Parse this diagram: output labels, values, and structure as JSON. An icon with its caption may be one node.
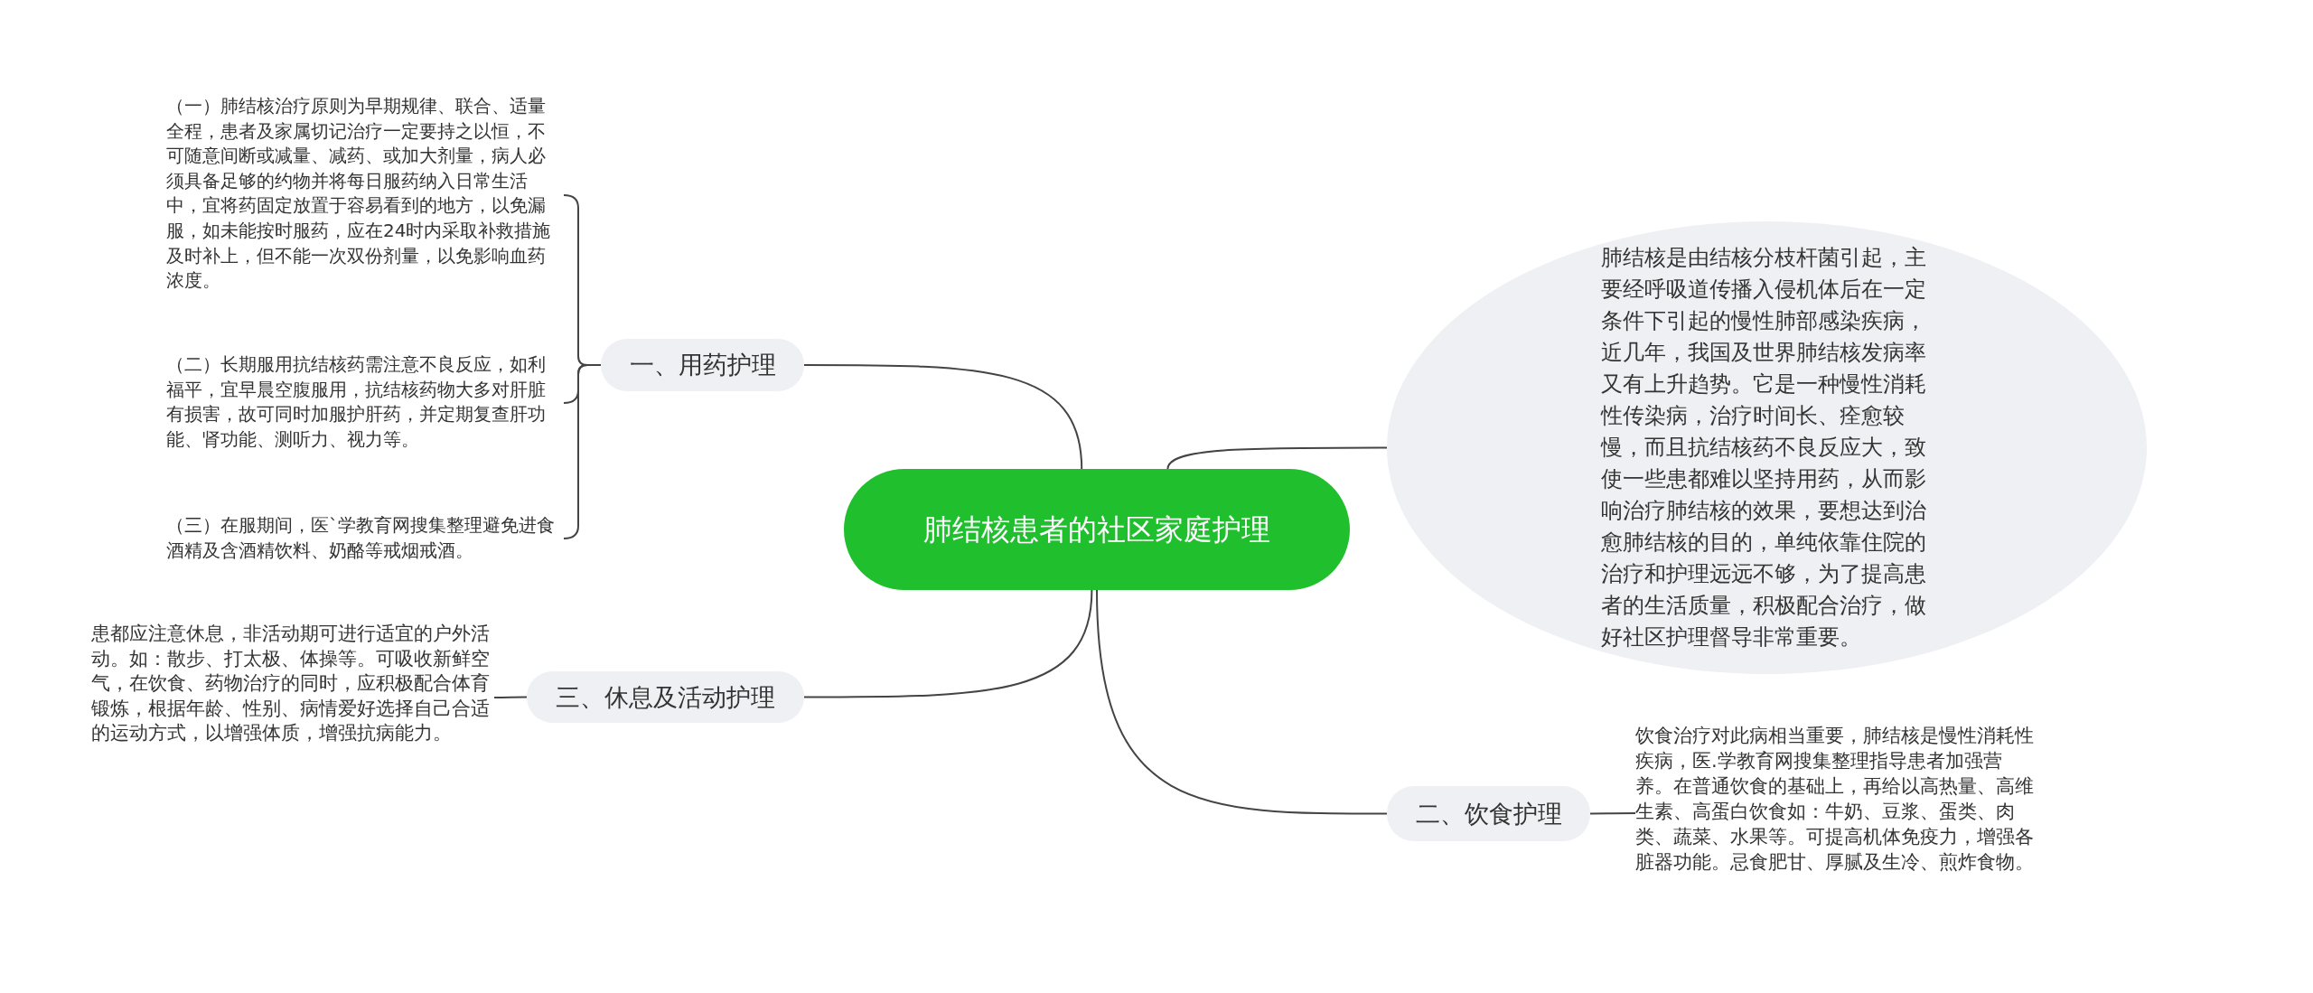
{
  "diagram": {
    "nodes": [
      {
        "text": [
          "肺结核患者的社区家庭护理"
        ]
      },
      {
        "text": [
          "一、用药护理"
        ]
      },
      {
        "text": [
          "（一）肺结核治疗原则为早期规律、联合、适量全程，患者及家属切记治疗一定要持之以恒，不可随意间断或减量、减药、或加大剂量，病人必须具备足够的约物并将每日服药纳入日常生活中，宜将药固定放置于容易看到的地方，以免漏服，如未能按时服药，应在24时内采取补救措施及时补上，但不能一次双份剂量，以免影响血药浓度。"
        ]
      },
      {
        "text": [
          "（二）长期服用抗结核药需注意不良反应，如利福平，宜早晨空腹服用，抗结核药物大多对肝脏有损害，故可同时加服护肝药，并定期复查肝功能、肾功能、测听力、视力等。"
        ]
      },
      {
        "text": [
          "（三）在服期间，医`学教育网搜集整理避免进食酒精及含酒精饮料、奶酪等戒烟戒酒。"
        ]
      },
      {
        "text": [
          "三、休息及活动护理"
        ]
      },
      {
        "text": [
          "患都应注意休息，非活动期可进行适宜的户外活动。如：散步、打太极、体操等。可吸收新鲜空气，在饮食、药物治疗的同时，应积极配合体育锻炼，根据年龄、性别、病情爱好选择自己合适的运动方式，以增强体质，增强抗病能力。"
        ]
      },
      {
        "text": [
          "肺结核是由结核分枝杆菌引起，主要经呼吸道传播入侵机体后在一定条件下引起的慢性肺部感染疾病，近几年，我国及世界肺结核发病率又有上升趋势。它是一种慢性消耗性传染病，治疗时间长、痊愈较慢，而且抗结核药不良反应大，致使一些患都难以坚持用药，从而影响治疗肺结核的效果，要想达到治愈肺结核的目的，单纯依靠住院的治疗和护理远远不够，为了提高患者的生活质量，积极配合治疗，做好社区护理督导非常重要。"
        ]
      },
      {
        "text": [
          "二、饮食护理"
        ]
      },
      {
        "text": [
          "饮食治疗对此病相当重要，肺结核是慢性消耗性疾病，医.学教育网搜集整理指导患者加强营养。在普通饮食的基础上，再给以高热量、高维生素、高蛋白饮食如：牛奶、豆浆、蛋类、肉类、蔬菜、水果等。可提高机体免疫力，增强各脏器功能。忌食肥甘、厚腻及生冷、煎炸食物。"
        ]
      }
    ],
    "edges": [
      {
        "from": 0,
        "to": 1,
        "arrow": "none"
      },
      {
        "from": 1,
        "to": 2,
        "arrow": "none"
      },
      {
        "from": 1,
        "to": 3,
        "arrow": "none"
      },
      {
        "from": 1,
        "to": 4,
        "arrow": "none"
      },
      {
        "from": 0,
        "to": 5,
        "arrow": "none"
      },
      {
        "from": 5,
        "to": 6,
        "arrow": "none"
      },
      {
        "from": 0,
        "to": 7,
        "arrow": "none"
      },
      {
        "from": 0,
        "to": 8,
        "arrow": "none"
      },
      {
        "from": 8,
        "to": 9,
        "arrow": "none"
      }
    ]
  }
}
